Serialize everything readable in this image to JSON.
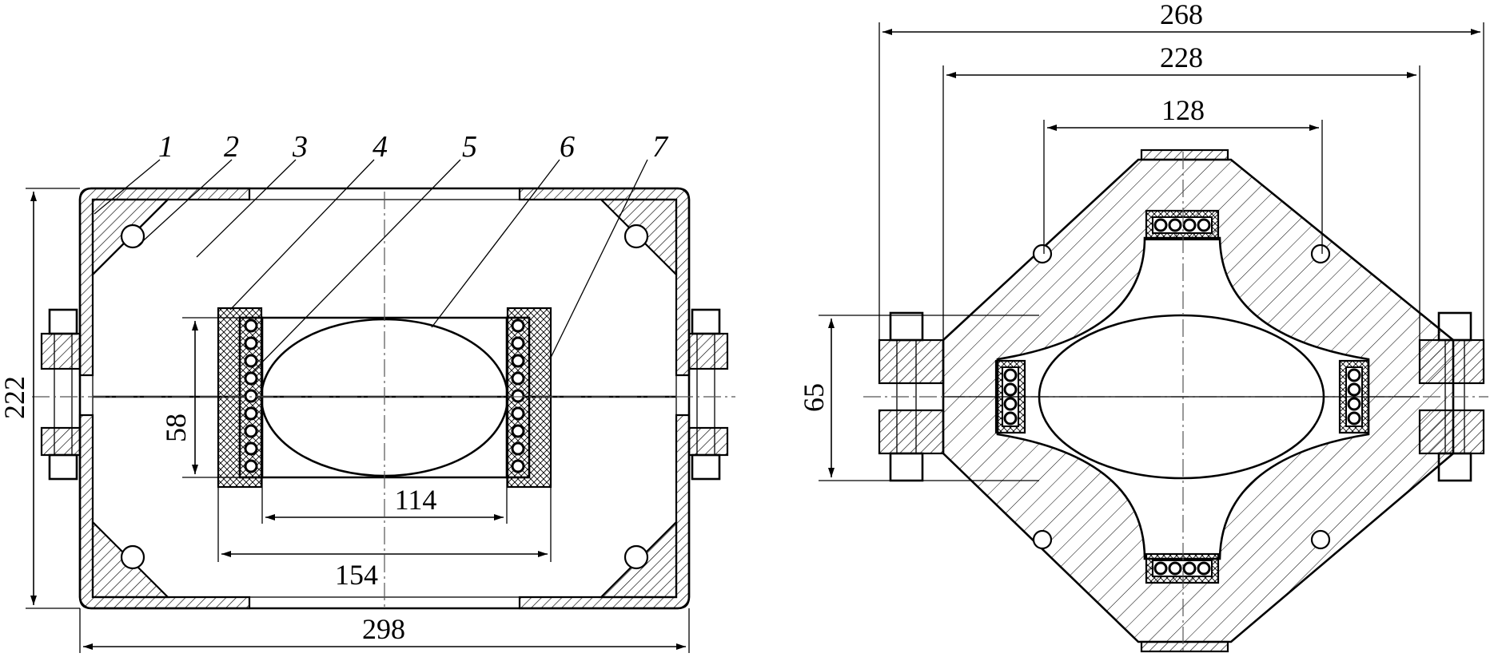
{
  "labels": {
    "part_1": "1",
    "part_2": "2",
    "part_3": "3",
    "part_4": "4",
    "part_5": "5",
    "part_6": "6",
    "part_7": "7"
  },
  "dimensions": {
    "side_view_height": "222",
    "side_view_width": "298",
    "gap_height": "58",
    "inner_span": "114",
    "outer_span": "154",
    "end_view_total": "268",
    "end_view_flange": "228",
    "end_view_core": "128",
    "end_view_height": "65"
  },
  "colors": {
    "line": "#000000",
    "background": "#ffffff"
  }
}
